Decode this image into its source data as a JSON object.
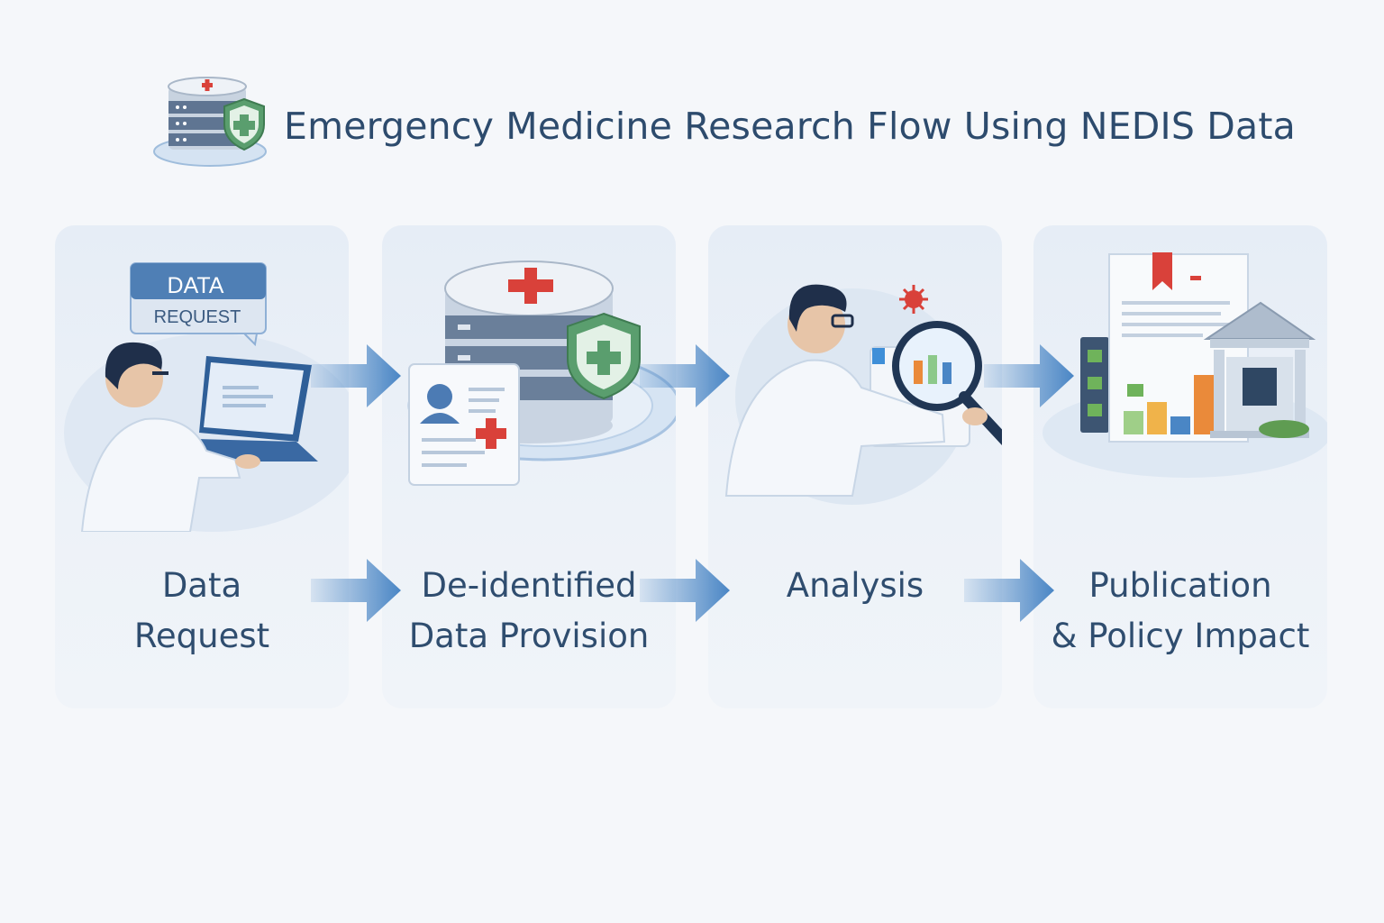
{
  "title": "Emergency Medicine Research Flow Using NEDIS Data",
  "stages": [
    {
      "line1": "Data",
      "line2": "Request",
      "sign_line1": "DATA",
      "sign_line2": "REQUEST"
    },
    {
      "line1": "De-identified",
      "line2": "Data Provision"
    },
    {
      "line1": "Analysis",
      "line2": ""
    },
    {
      "line1": "Publication",
      "line2": "& Policy Impact"
    }
  ],
  "colors": {
    "accent_blue": "#4a86c5",
    "medical_red": "#d9413a",
    "shield_green": "#5a9e6e",
    "text_navy": "#2d4b6d"
  }
}
